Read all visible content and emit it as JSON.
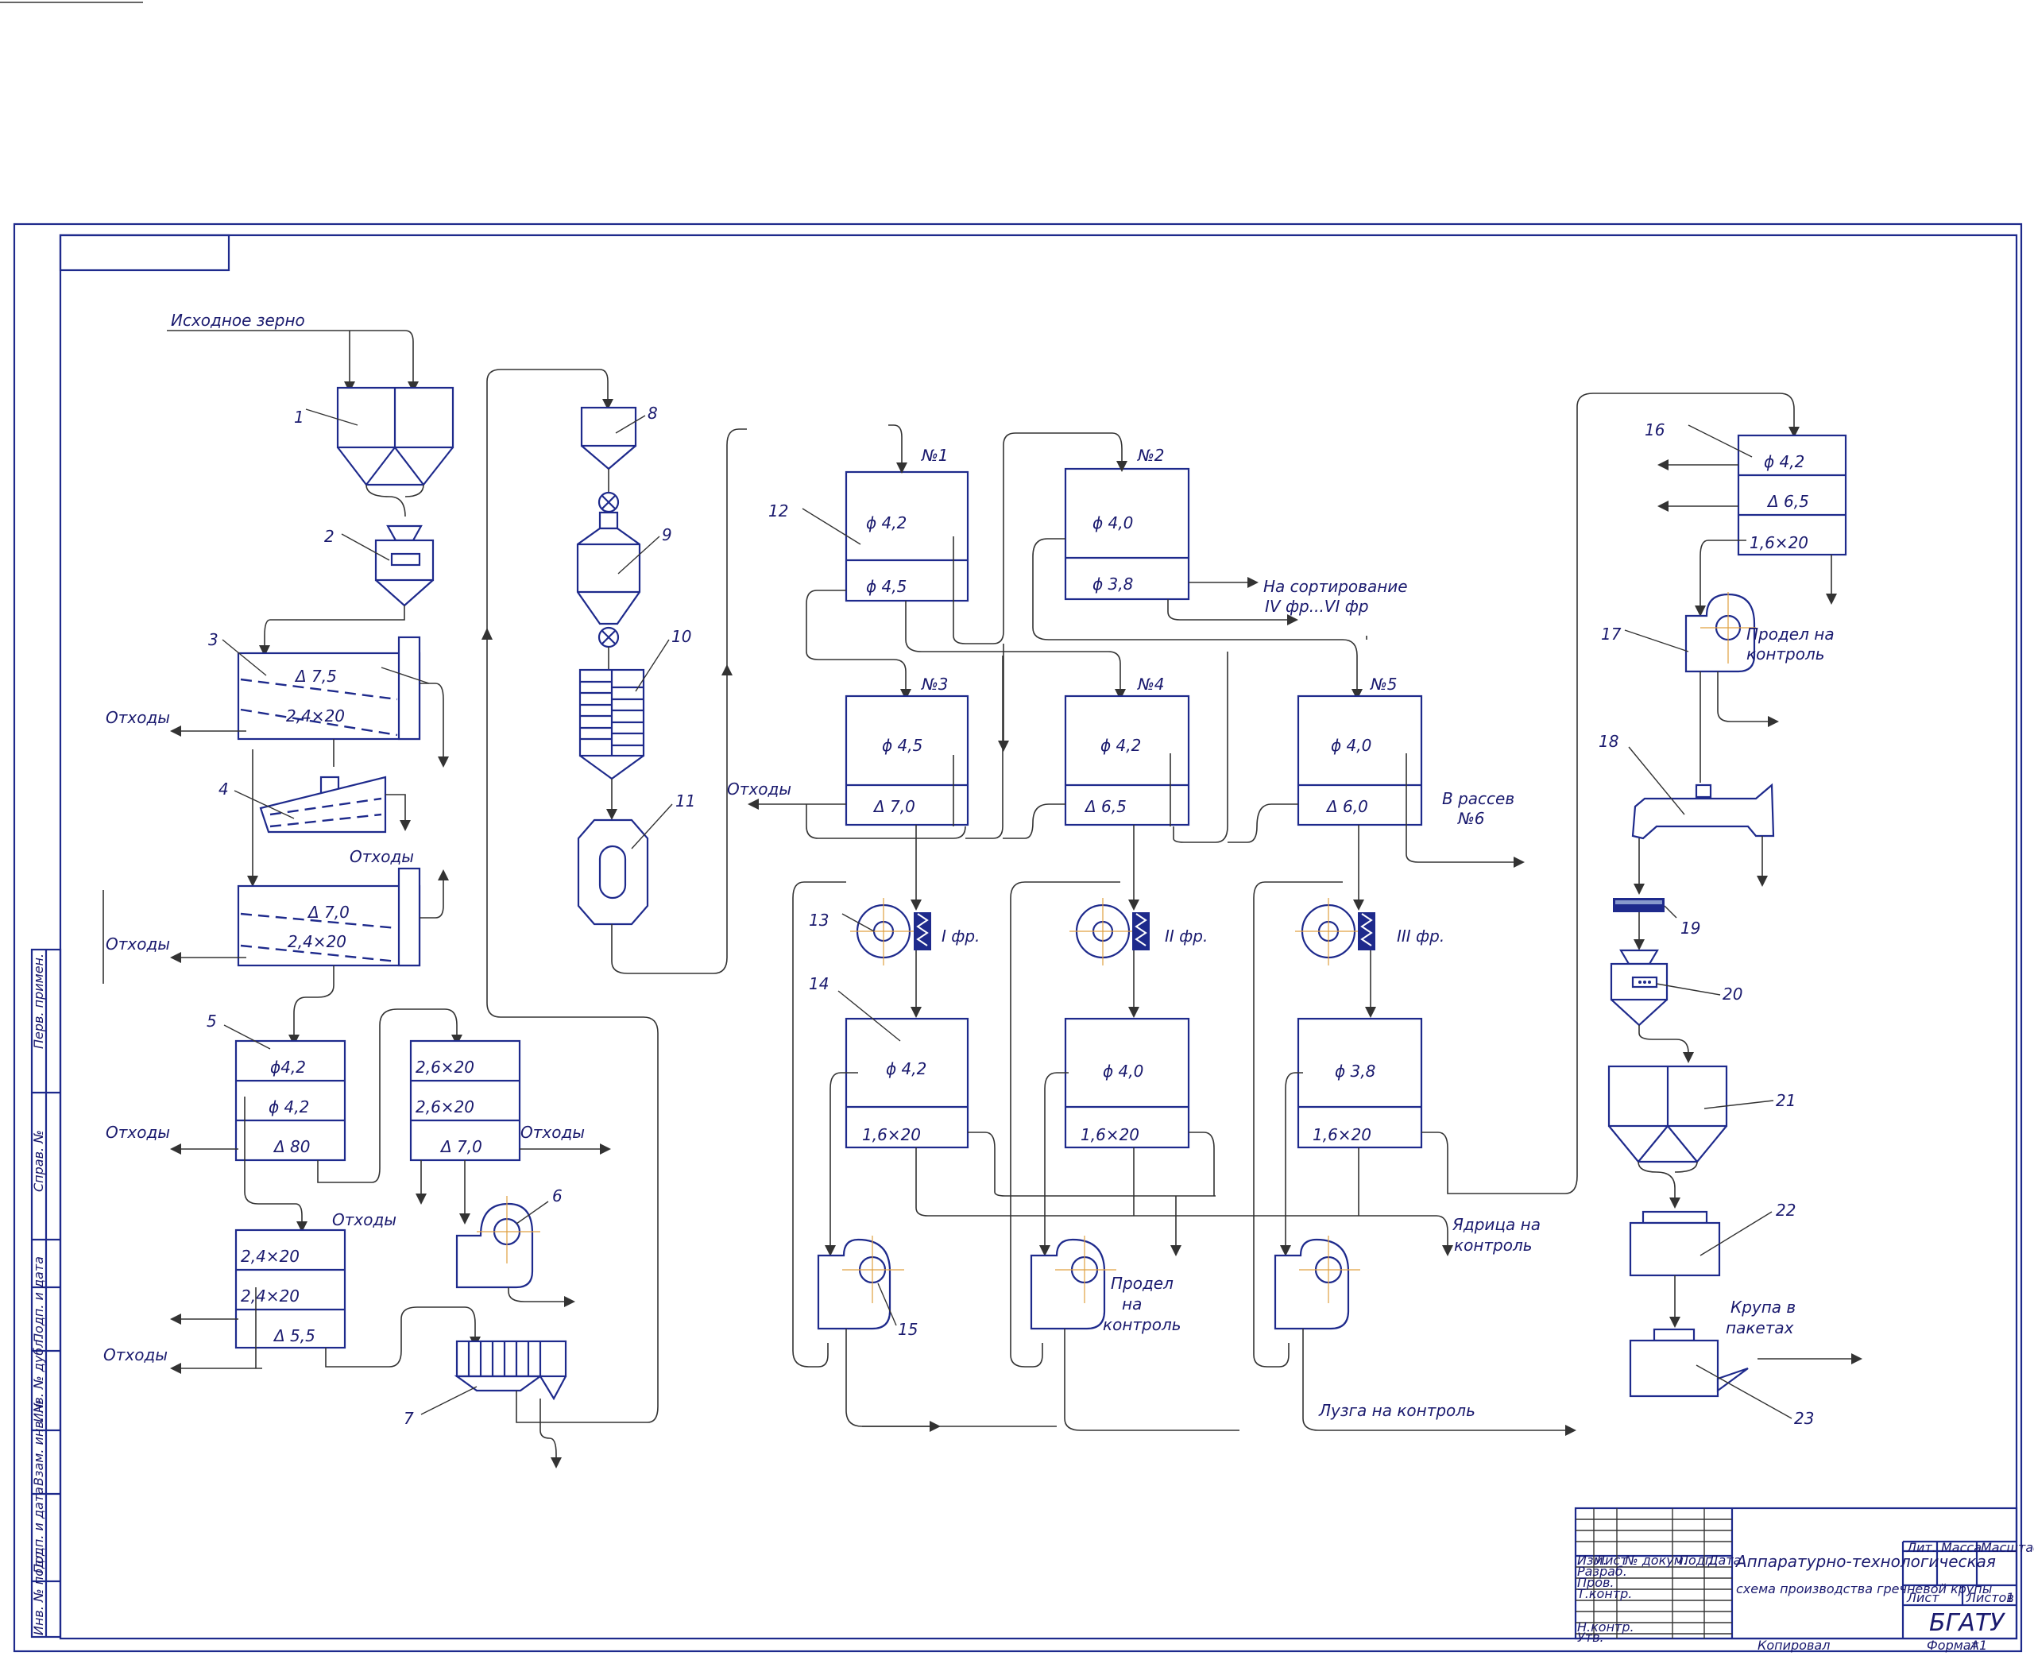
{
  "inputs": {
    "source_grain": "Исходное зерно"
  },
  "labels": {
    "waste": "Отходы",
    "to_sorting_1": "На сортирование",
    "to_sorting_2": "IV фр...VI фр",
    "to_sifter_1": "В рассев",
    "to_sifter_2": "№6",
    "frac_1": "I фр.",
    "frac_2": "II фр.",
    "frac_3": "III фр.",
    "kernel_1": "Ядрица на",
    "kernel_2": "контроль",
    "prodel_1": "Продел",
    "prodel_2": "на",
    "prodel_3": "контроль",
    "prodel_r1": "Продел на",
    "prodel_r2": "контроль",
    "husk": "Лузга на контроль",
    "packed_1": "Крупа в",
    "packed_2": "пакетах"
  },
  "numbers": [
    "1",
    "2",
    "3",
    "4",
    "5",
    "6",
    "7",
    "8",
    "9",
    "10",
    "11",
    "12",
    "13",
    "14",
    "15",
    "16",
    "17",
    "18",
    "19",
    "20",
    "21",
    "22",
    "23"
  ],
  "sifters": {
    "n1": "№1",
    "n2": "№2",
    "n3": "№3",
    "n4": "№4",
    "n5": "№5"
  },
  "sieves": {
    "s3a": "Δ 7,5",
    "s3b": "2,4×20",
    "s4a": "Δ 7,0",
    "s4b": "2,4×20",
    "s5a": "ϕ4,2",
    "s5b": "ϕ 4,2",
    "s5c": "Δ 80",
    "s5d": "2,4×20",
    "s5e": "2,4×20",
    "s5f": "Δ 5,5",
    "s6a": "2,6×20",
    "s6b": "2,6×20",
    "s6c": "Δ 7,0",
    "s12a": "ϕ 4,2",
    "s12b": "ϕ 4,5",
    "s12c": "ϕ 4,0",
    "s12d": "ϕ 3,8",
    "s12e": "ϕ 4,5",
    "s12f": "Δ 7,0",
    "s12g": "ϕ 4,2",
    "s12h": "Δ 6,5",
    "s12i": "ϕ 4,0",
    "s12j": "Δ 6,0",
    "s14a": "ϕ 4,2",
    "s14b": "1,6×20",
    "s14c": "ϕ 4,0",
    "s14d": "1,6×20",
    "s14e": "ϕ 3,8",
    "s14f": "1,6×20",
    "s16a": "ϕ 4,2",
    "s16b": "Δ 6,5",
    "s16c": "1,6×20"
  },
  "side_stamp": [
    "Перв. примен.",
    "Справ. №",
    "Подп. и дата",
    "Инв. № дубл.",
    "Взам. инв. №",
    "Подп. и дата",
    "Инв. № подл."
  ],
  "title_block": {
    "title_1": "Аппаратурно-технологическая",
    "title_2": "схема производства гречневой крупы",
    "org": "БГАТУ",
    "lit": "Лит.",
    "mass": "Масса",
    "scale": "Масштаб",
    "sheet": "Лист",
    "sheets": "Листов",
    "sheets_num": "1",
    "izm": "Изм.",
    "list": "Лист",
    "ndoc": "№ докум.",
    "podp": "Подп.",
    "data": "Дата",
    "razrab": "Разраб.",
    "prov": "Пров.",
    "tkontr": "Т.контр.",
    "nkontr": "Н.контр.",
    "utv": "Утв.",
    "copied": "Копировал",
    "format": "Формат",
    "format_val": "A1"
  }
}
